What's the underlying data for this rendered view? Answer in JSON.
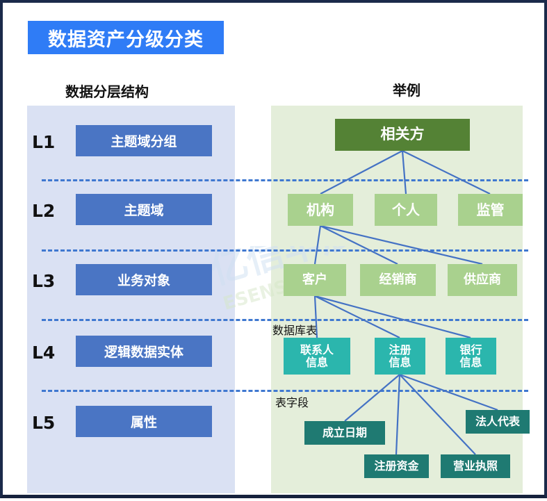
{
  "title": "数据资产分级分类",
  "headers": {
    "left": "数据分层结构",
    "right": "举例"
  },
  "levels": [
    {
      "code": "L1",
      "label": "主题域分组"
    },
    {
      "code": "L2",
      "label": "主题域"
    },
    {
      "code": "L3",
      "label": "业务对象"
    },
    {
      "code": "L4",
      "label": "逻辑数据实体"
    },
    {
      "code": "L5",
      "label": "属性"
    }
  ],
  "notes": {
    "db_table": "数据库表",
    "table_field": "表字段"
  },
  "watermark": {
    "cn": "亿信华辰",
    "en": "ESENSOFT"
  },
  "example_tree": {
    "root": {
      "label": "相关方"
    },
    "l2": [
      {
        "label": "机构"
      },
      {
        "label": "个人"
      },
      {
        "label": "监管"
      }
    ],
    "l3": [
      {
        "label": "客户"
      },
      {
        "label": "经销商"
      },
      {
        "label": "供应商"
      }
    ],
    "l4": [
      {
        "label": "联系人\n信息",
        "line1": "联系人",
        "line2": "信息"
      },
      {
        "label": "注册\n信息",
        "line1": "注册",
        "line2": "信息"
      },
      {
        "label": "银行\n信息",
        "line1": "银行",
        "line2": "信息"
      }
    ],
    "l5": [
      {
        "label": "成立日期"
      },
      {
        "label": "法人代表"
      },
      {
        "label": "注册资金"
      },
      {
        "label": "营业执照"
      }
    ]
  },
  "colors": {
    "banner": "#2f7cf6",
    "level_box": "#4a75c4",
    "left_panel": "#dae1f3",
    "right_panel": "#e4eeda",
    "root_node": "#548235",
    "l2_l3_node": "#a9d18e",
    "l4_node": "#2bb6ad",
    "l5_node": "#1f7a72",
    "divider": "#3f78d0",
    "edge": "#4472c4",
    "frame": "#1b2a4a"
  }
}
